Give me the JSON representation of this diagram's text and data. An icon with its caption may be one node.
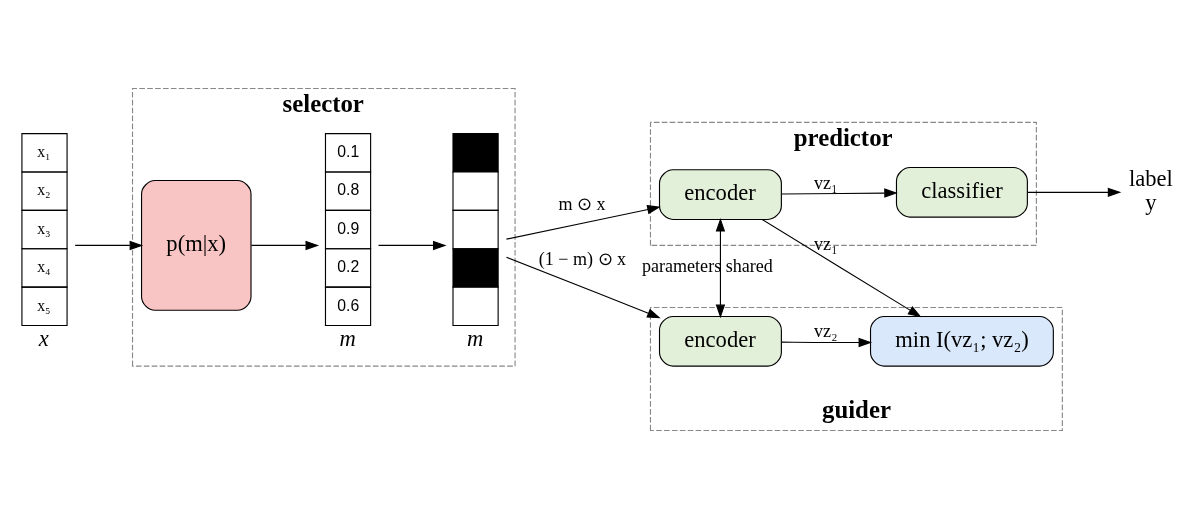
{
  "diagram": {
    "nodes": [
      {
        "text": [
          "selector"
        ]
      },
      {
        "text": [
          "x₁",
          "x₂",
          "x₃",
          "x₄",
          "x₅"
        ],
        "beside": [
          "x"
        ]
      },
      {
        "text": [
          "p(m|x)"
        ],
        "in": 0
      },
      {
        "text": [
          "0.1",
          "0.8",
          "0.9",
          "0.2",
          "0.6"
        ],
        "beside": [
          "m"
        ],
        "in": 0
      },
      {
        "text": [],
        "shape": "bar",
        "beside": [
          "m"
        ],
        "in": 0
      },
      {
        "text": [
          "predictor"
        ]
      },
      {
        "text": [
          "encoder"
        ],
        "in": 5
      },
      {
        "text": [
          "classifier"
        ],
        "in": 5
      },
      {
        "text": [
          "guider"
        ]
      },
      {
        "text": [
          "encoder"
        ],
        "in": 8
      },
      {
        "text": [
          "min I(vz₁; vz₂)"
        ],
        "in": 8
      },
      {
        "text": [
          "label",
          "y"
        ]
      }
    ],
    "edges": [
      {
        "from": 1,
        "to": 2,
        "arrow": "to"
      },
      {
        "from": 2,
        "to": 3,
        "arrow": "to"
      },
      {
        "from": 3,
        "to": 4,
        "arrow": "to"
      },
      {
        "from": 4,
        "to": 6,
        "arrow": "to",
        "label": "m ⊙ x"
      },
      {
        "from": 4,
        "to": 9,
        "arrow": "to",
        "label": "(1 − m) ⊙ x"
      },
      {
        "from": 6,
        "to": 7,
        "arrow": "to",
        "label": "vz₁"
      },
      {
        "from": 7,
        "to": 11,
        "arrow": "to"
      },
      {
        "from": 6,
        "to": 9,
        "arrow": "both",
        "label": "parameters shared"
      },
      {
        "from": 6,
        "to": 10,
        "arrow": "to",
        "label": "vz₁"
      },
      {
        "from": 9,
        "to": 10,
        "arrow": "to",
        "label": "vz₂"
      }
    ]
  }
}
